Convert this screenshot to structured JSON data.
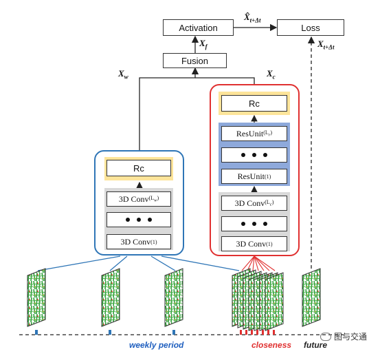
{
  "top": {
    "activation": "Activation",
    "loss": "Loss",
    "fusion": "Fusion",
    "xhat": "X̂",
    "xhat_sub": "t+Δt",
    "xf": "X",
    "xf_sub": "f",
    "xt": "X",
    "xt_sub": "t+Δt",
    "xw": "X",
    "xw_sub": "w",
    "xc": "X",
    "xc_sub": "c"
  },
  "weekly_module": {
    "rc": "Rc",
    "conv_top": "3D Conv",
    "conv_top_sup": "(L",
    "conv_top_sup_sub": "w",
    "conv_top_sup_end": ")",
    "conv_bottom": "3D Conv",
    "conv_bottom_sup": "(1)"
  },
  "closeness_module": {
    "rc": "Rc",
    "resunit_top": "ResUnit",
    "resunit_top_sup": "(L",
    "resunit_top_sup_sub": "r",
    "resunit_top_sup_end": ")",
    "resunit_bottom": "ResUnit",
    "resunit_bottom_sup": "(1)",
    "conv_top": "3D Conv",
    "conv_top_sup": "(L",
    "conv_top_sup_sub": "c",
    "conv_top_sup_end": ")",
    "conv_bottom": "3D Conv",
    "conv_bottom_sup": "(1)"
  },
  "timeline": {
    "weekly_label": "weekly period",
    "closeness_label": "closeness",
    "future_label": "future"
  },
  "watermark": "图与交通",
  "colors": {
    "weekly_border": "#2e75b6",
    "closeness_border": "#e03030",
    "rc_fill": "#fde49a",
    "conv_fill": "#d9d9d9",
    "resunit_fill": "#8ea9db",
    "weekly_text": "#1f5fbf",
    "closeness_text": "#e03030",
    "future_text": "#222222"
  }
}
